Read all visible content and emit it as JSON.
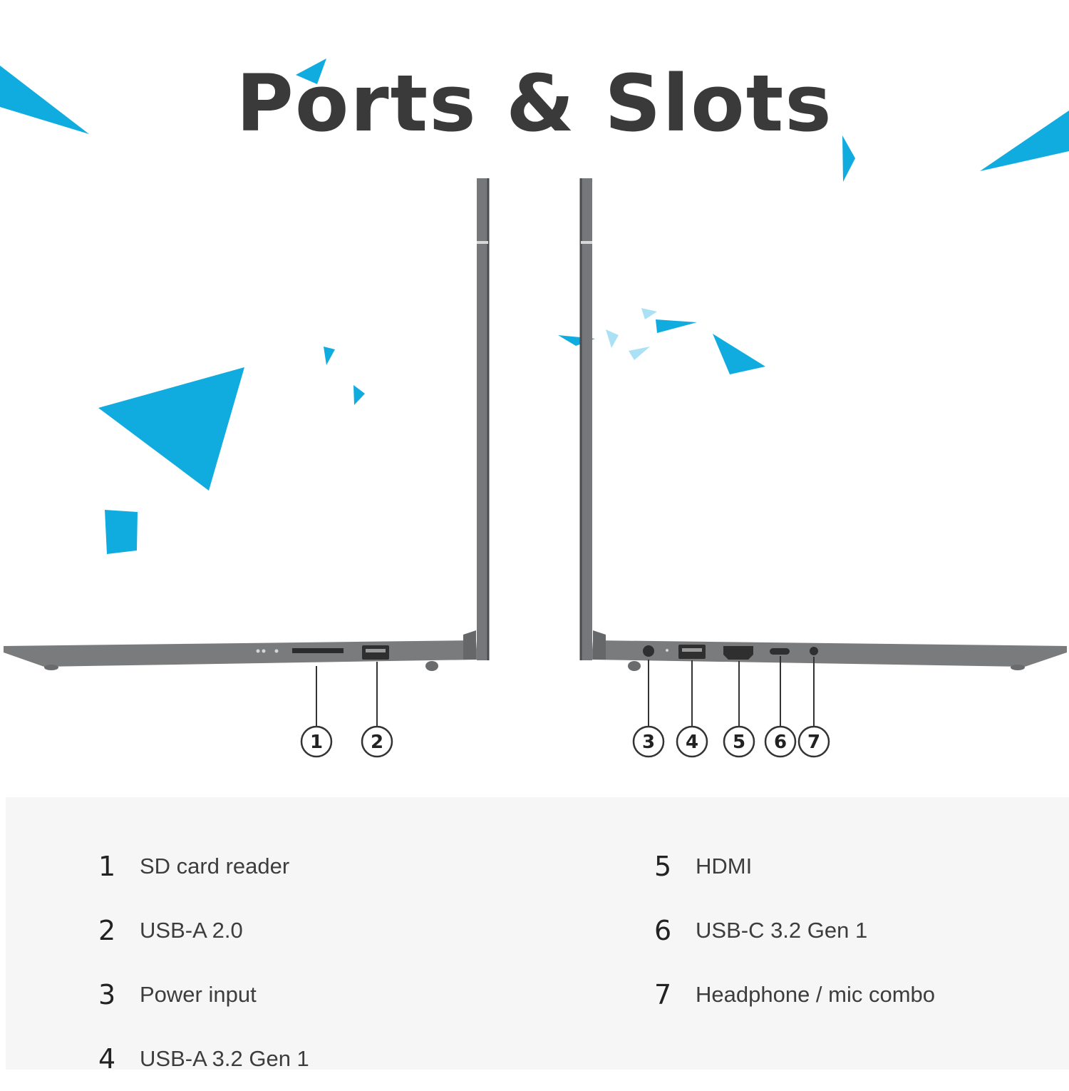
{
  "title": "Ports & Slots",
  "colors": {
    "accent": "#10ace0",
    "laptop": "#7a7b7d",
    "title": "#3a3a3a",
    "panel": "#f6f6f6"
  },
  "callouts": [
    "1",
    "2",
    "3",
    "4",
    "5",
    "6",
    "7"
  ],
  "legend": {
    "left": [
      {
        "num": "1",
        "label": "SD card reader"
      },
      {
        "num": "2",
        "label": "USB-A 2.0"
      },
      {
        "num": "3",
        "label": "Power input"
      },
      {
        "num": "4",
        "label": "USB-A 3.2 Gen 1"
      }
    ],
    "right": [
      {
        "num": "5",
        "label": "HDMI"
      },
      {
        "num": "6",
        "label": "USB-C 3.2 Gen 1"
      },
      {
        "num": "7",
        "label": "Headphone / mic combo"
      }
    ]
  }
}
